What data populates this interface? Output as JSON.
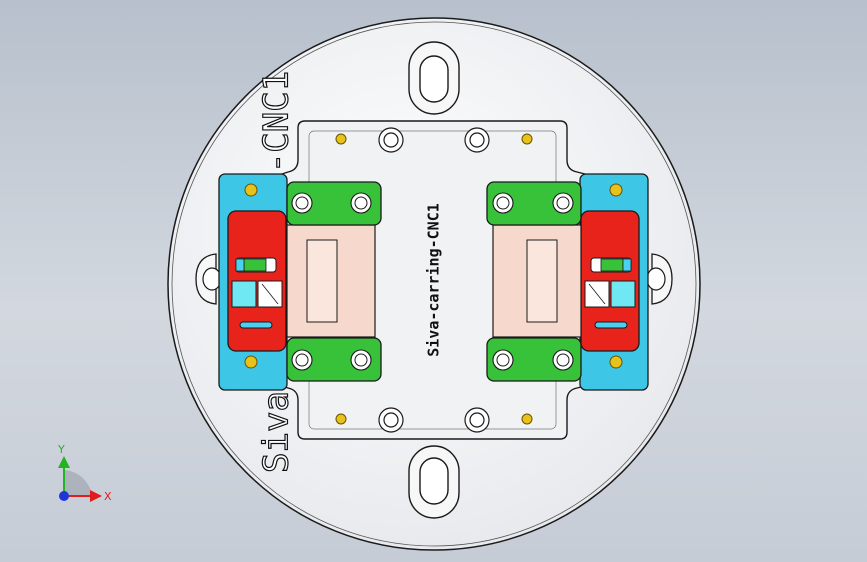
{
  "viewport": {
    "background_top": "#b7c0cc",
    "background_bottom": "#c6ccd6"
  },
  "part": {
    "rim_engraving_left": "Siva",
    "rim_engraving_right": "-CNC1",
    "center_engraving": "Siva-carring-CNC1"
  },
  "colors": {
    "plate": "#f3f4f6",
    "outline": "#1a1a1a",
    "cyan_block": "#3ec6e6",
    "red_clamp": "#e8231c",
    "green_bar": "#38c23a",
    "salmon_pad": "#f7d8cc",
    "gold_pin": "#e6c21a"
  },
  "triad": {
    "x_label": "X",
    "y_label": "Y",
    "x_color": "#e21b1b",
    "y_color": "#22b422",
    "z_color": "#1e36d8"
  }
}
